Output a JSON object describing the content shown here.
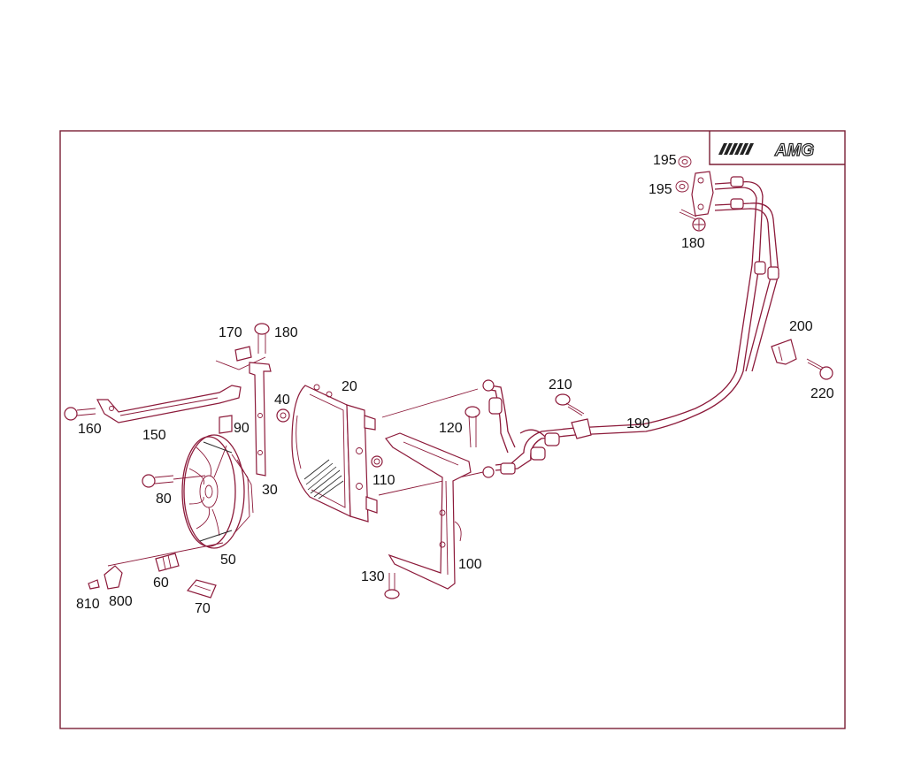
{
  "logo": {
    "text": "AMG"
  },
  "labels": [
    {
      "key": "p195a",
      "text": "195"
    },
    {
      "key": "p195b",
      "text": "195"
    },
    {
      "key": "p180a",
      "text": "180"
    },
    {
      "key": "p170",
      "text": "170"
    },
    {
      "key": "p180b",
      "text": "180"
    },
    {
      "key": "p200",
      "text": "200"
    },
    {
      "key": "p20",
      "text": "20"
    },
    {
      "key": "p210",
      "text": "210"
    },
    {
      "key": "p220",
      "text": "220"
    },
    {
      "key": "p40",
      "text": "40"
    },
    {
      "key": "p120",
      "text": "120"
    },
    {
      "key": "p190a",
      "text": "190"
    },
    {
      "key": "p160",
      "text": "160"
    },
    {
      "key": "p150",
      "text": "150"
    },
    {
      "key": "p90",
      "text": "90"
    },
    {
      "key": "p110",
      "text": "110"
    },
    {
      "key": "p80",
      "text": "80"
    },
    {
      "key": "p30",
      "text": "30"
    },
    {
      "key": "p100",
      "text": "100"
    },
    {
      "key": "p50",
      "text": "50"
    },
    {
      "key": "p60",
      "text": "60"
    },
    {
      "key": "p130",
      "text": "130"
    },
    {
      "key": "p810",
      "text": "810"
    },
    {
      "key": "p800",
      "text": "800"
    },
    {
      "key": "p70",
      "text": "70"
    }
  ],
  "colors": {
    "frame": "#7a1f35",
    "lines": "#8c1a3a",
    "text": "#111111"
  }
}
